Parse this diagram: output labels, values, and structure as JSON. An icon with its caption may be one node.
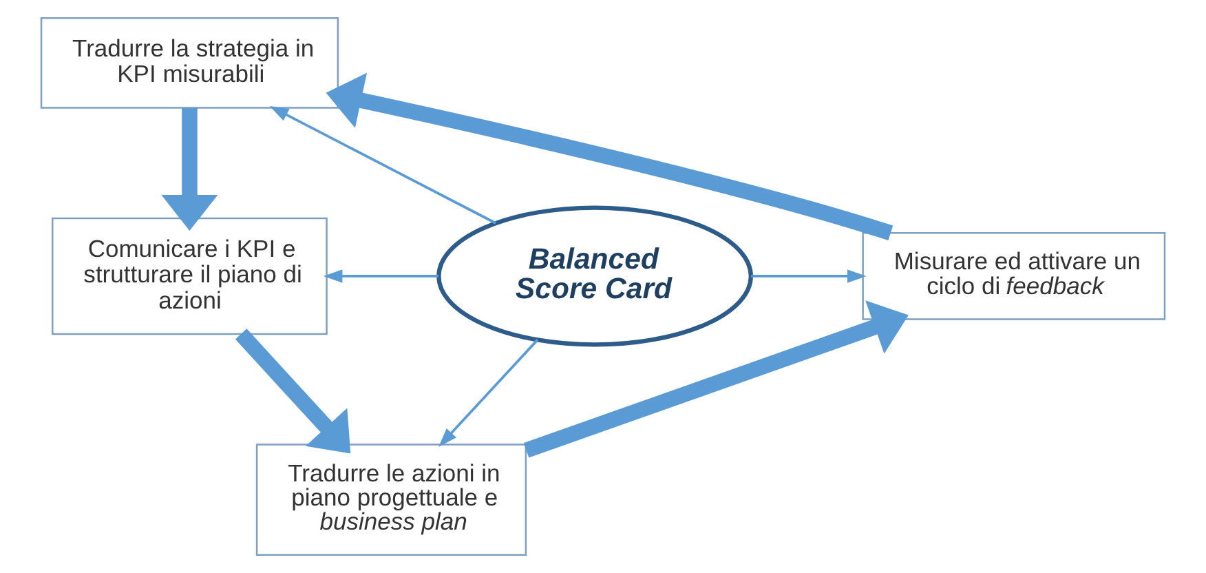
{
  "diagram": {
    "nodes": [
      {
        "text": [
          "Balanced Score Card"
        ]
      },
      {
        "text": [
          "Tradurre la strategia in KPI misurabili"
        ]
      },
      {
        "text": [
          "Comunicare i KPI e strutturare il piano di azioni"
        ]
      },
      {
        "text": [
          "Misurare ed attivare un ciclo di *feedback*"
        ]
      },
      {
        "text": [
          "Tradurre le azioni in piano progettuale e *business plan*"
        ]
      }
    ],
    "edges": [
      {
        "from": 0,
        "to": 1,
        "arrow": "to"
      },
      {
        "from": 0,
        "to": 2,
        "arrow": "to"
      },
      {
        "from": 0,
        "to": 3,
        "arrow": "to"
      },
      {
        "from": 0,
        "to": 4,
        "arrow": "to"
      },
      {
        "from": 1,
        "to": 2,
        "arrow": "to",
        "style": "thick"
      },
      {
        "from": 2,
        "to": 4,
        "arrow": "to",
        "style": "thick"
      },
      {
        "from": 4,
        "to": 3,
        "arrow": "to",
        "style": "thick"
      },
      {
        "from": 3,
        "to": 1,
        "arrow": "to",
        "style": "thick"
      }
    ]
  }
}
